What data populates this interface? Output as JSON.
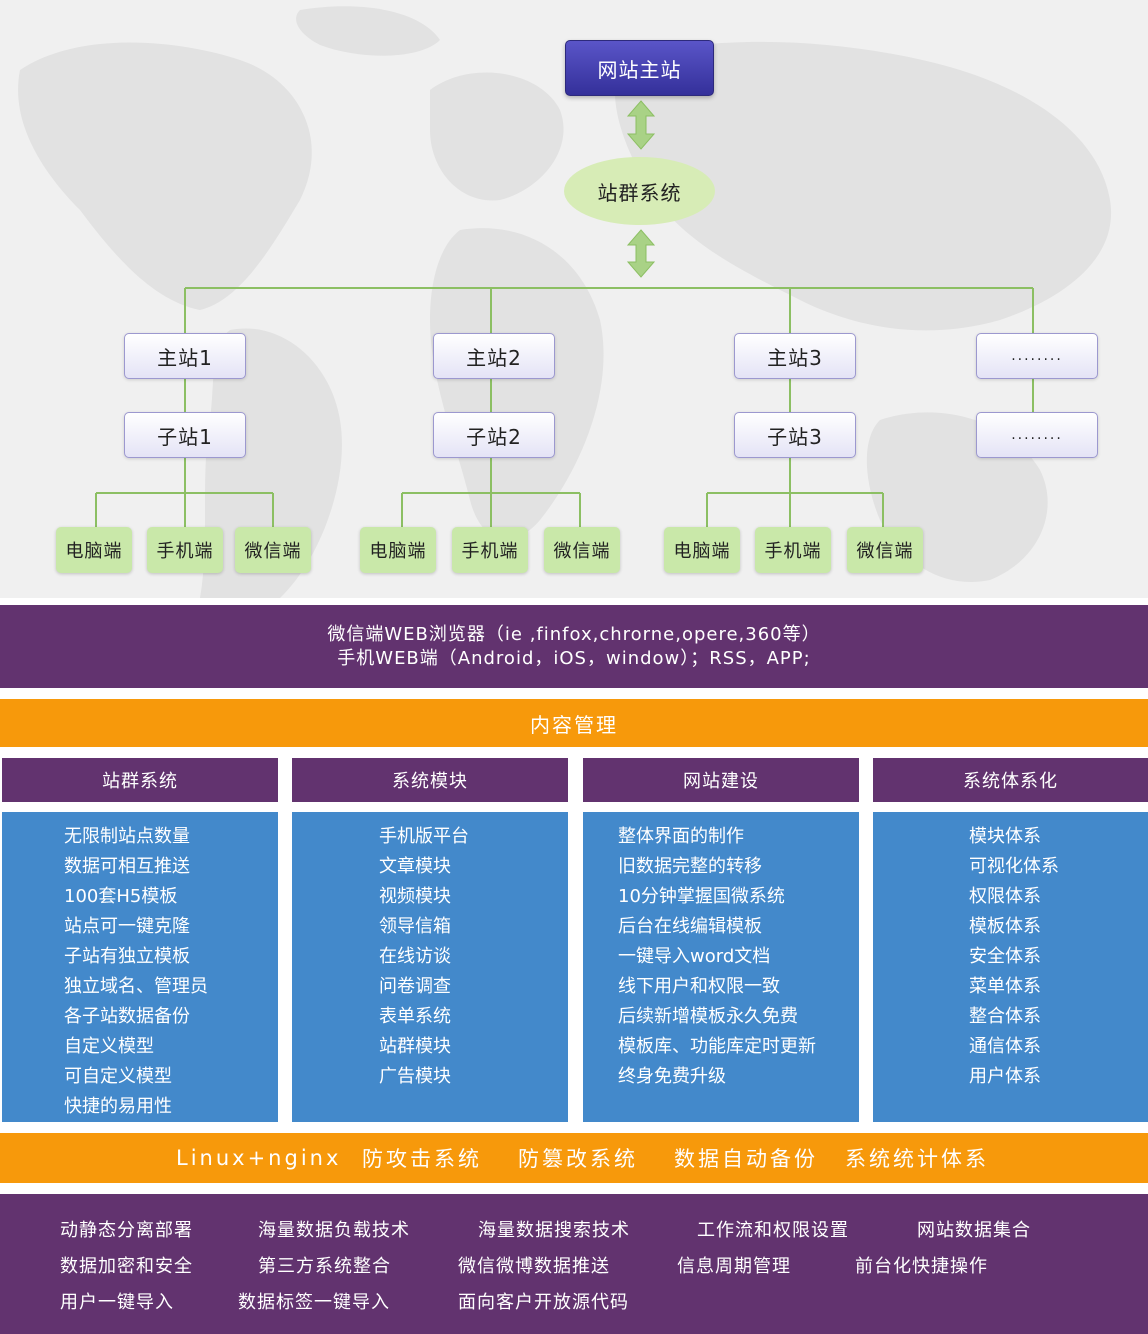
{
  "tree": {
    "root": "网站主站",
    "hub": "站群系统",
    "main_sites": [
      "主站1",
      "主站2",
      "主站3",
      "........"
    ],
    "sub_sites": [
      "子站1",
      "子站2",
      "子站3",
      "........"
    ],
    "terminals": [
      "电脑端",
      "手机端",
      "微信端"
    ]
  },
  "browser_band": {
    "line1": "微信端WEB浏览器（ie ,finfox,chrorne,opere,360等）",
    "line2": "手机WEB端（Android，iOS，window）；RSS，APP;"
  },
  "content_title": "内容管理",
  "columns": [
    {
      "heading": "站群系统",
      "items": [
        "无限制站点数量",
        "数据可相互推送",
        "100套H5模板",
        "站点可一键克隆",
        "子站有独立模板",
        "独立域名、管理员",
        "各子站数据备份",
        "自定义模型",
        "可自定义模型",
        "快捷的易用性"
      ]
    },
    {
      "heading": "系统模块",
      "items": [
        "手机版平台",
        "文章模块",
        "视频模块",
        "领导信箱",
        "在线访谈",
        "问卷调查",
        "表单系统",
        "站群模块",
        "广告模块"
      ]
    },
    {
      "heading": "网站建设",
      "items": [
        "整体界面的制作",
        "旧数据完整的转移",
        "10分钟掌握国微系统",
        "后台在线编辑模板",
        "一键导入word文档",
        "线下用户和权限一致",
        "后续新增模板永久免费",
        "模板库、功能库定时更新",
        "终身免费升级"
      ]
    },
    {
      "heading": "系统体系化",
      "items": [
        "模块体系",
        "可视化体系",
        "权限体系",
        "模板体系",
        "安全体系",
        "菜单体系",
        "整合体系",
        "通信体系",
        "用户体系"
      ]
    }
  ],
  "security_band": [
    "Linux+nginx",
    "防攻击系统",
    "防篡改系统",
    "数据自动备份",
    "系统统计体系"
  ],
  "features": [
    [
      "动静态分离部署",
      "海量数据负载技术",
      "海量数据搜索技术",
      "工作流和权限设置",
      "网站数据集合"
    ],
    [
      "数据加密和安全",
      "第三方系统整合",
      "微信微博数据推送",
      "信息周期管理",
      "前台化快捷操作"
    ],
    [
      "用户一键导入",
      "数据标签一键导入",
      "面向客户开放源代码"
    ]
  ],
  "colors": {
    "purple": "#62336f",
    "orange": "#f7990b",
    "blue": "#4389cb",
    "green_node": "#c9e8a9",
    "tree_line": "#8cbf63",
    "root_node": "#34309a"
  }
}
